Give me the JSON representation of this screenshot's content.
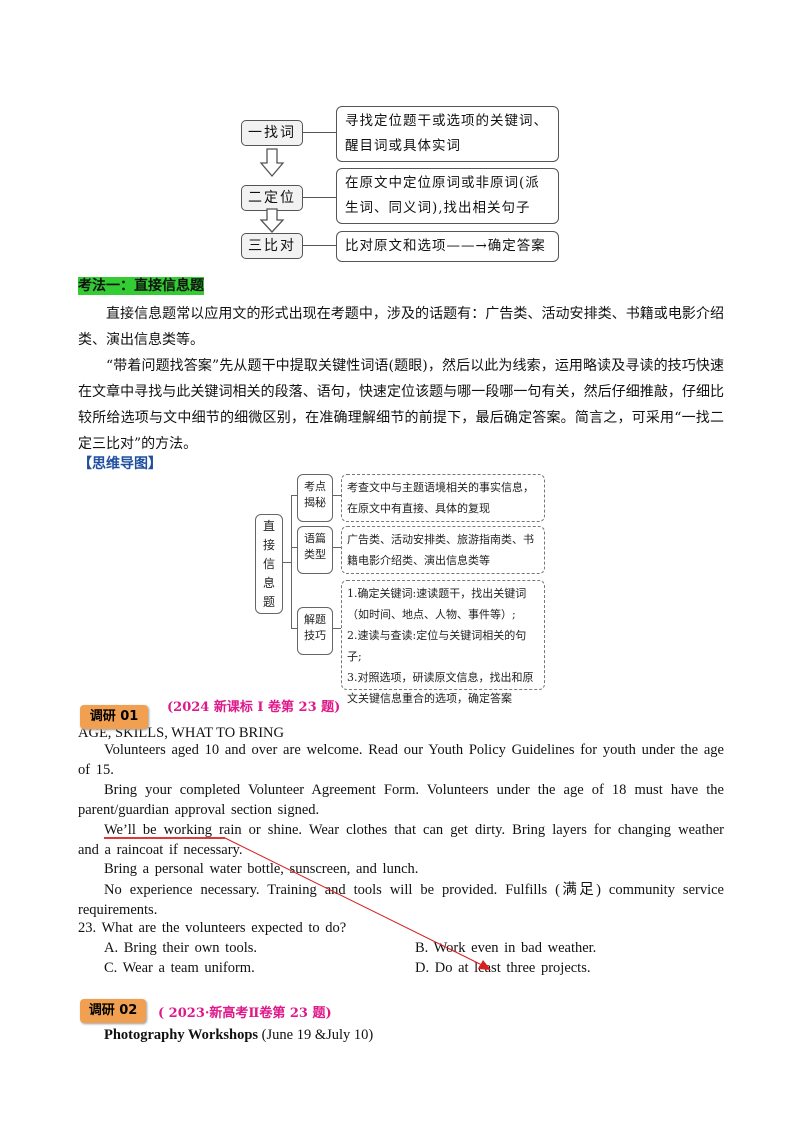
{
  "flow": {
    "steps": [
      {
        "label": "一找词",
        "desc": "寻找定位题干或选项的关键词、醒目词或具体实词"
      },
      {
        "label": "二定位",
        "desc": "在原文中定位原词或非原词(派生词、同义词),找出相关句子"
      },
      {
        "label": "三比对",
        "desc": "比对原文和选项——→确定答案"
      }
    ],
    "desc_lines": [
      [
        "寻找定位题干或选项的关键词、",
        "醒目词或具体实词"
      ],
      [
        "在原文中定位原词或非原词(派",
        "生词、同义词),找出相关句子"
      ],
      [
        "比对原文和选项——→确定答案"
      ]
    ]
  },
  "section": {
    "heading": "考法一：直接信息题",
    "para1": "直接信息题常以应用文的形式出现在考题中，涉及的话题有：广告类、活动安排类、书籍或电影介绍类、演出信息类等。",
    "para2": "“带着问题找答案”先从题干中提取关键性词语(题眼)，然后以此为线索，运用略读及寻读的技巧快速在文章中寻找与此关键词相关的段落、语句，快速定位该题与哪一段哪一句有关，然后仔细推敲，仔细比较所给选项与文中细节的细微区别，在准确理解细节的前提下，最后确定答案。简言之，可采用“一找二定三比对”的方法。",
    "mindmap_title": "【思维导图】"
  },
  "mindmap": {
    "root": [
      "直",
      "接",
      "信",
      "息",
      "题"
    ],
    "branches": [
      {
        "label": [
          "考点",
          "揭秘"
        ],
        "desc": [
          "考查文中与主题语境相关的事实信息，",
          "在原文中有直接、具体的复现"
        ]
      },
      {
        "label": [
          "语篇",
          "类型"
        ],
        "desc": [
          "广告类、活动安排类、旅游指南类、书",
          "籍电影介绍类、演出信息类等"
        ]
      },
      {
        "label": [
          "解题",
          "技巧"
        ],
        "desc": [
          "1.确定关键词:速读题干，找出关键词",
          "（如时间、地点、人物、事件等）;",
          "2.速读与查读:定位与关键词相关的句子;",
          "3.对照选项，研读原文信息，找出和原",
          "文关键信息重合的选项，确定答案"
        ]
      }
    ]
  },
  "study1": {
    "badge": "调研 01",
    "source": "(2024 新课标 I 卷第 23 题)",
    "heading_tail": "AGE, SKILLS, WHAT TO BRING",
    "paragraphs": [
      "Volunteers aged 10 and over are welcome. Read our Youth Policy Guidelines for youth under the age of 15.",
      "Bring your completed Volunteer Agreement Form. Volunteers under the age of 18 must have the parent/guardian approval section signed.",
      "We’ll be working rain or shine. Wear clothes that can get dirty. Bring layers for changing weather and a raincoat if necessary.",
      "Bring a personal water bottle, sunscreen, and lunch.",
      "No experience necessary. Training and tools will be provided. Fulfills (满足) community service requirements."
    ],
    "question": "23. What are the volunteers expected to do?",
    "options": [
      "A. Bring their own tools.",
      "B. Work even in bad weather.",
      "C. Wear a team uniform.",
      "D. Do at least three projects."
    ],
    "annotation_color": "#d81e1e"
  },
  "study2": {
    "badge": "调研 02",
    "source": "( 2023·新高考Ⅱ卷第 23 题)",
    "title_bold": "Photography Workshops",
    "title_rest": "(June 19 &July 10)"
  }
}
